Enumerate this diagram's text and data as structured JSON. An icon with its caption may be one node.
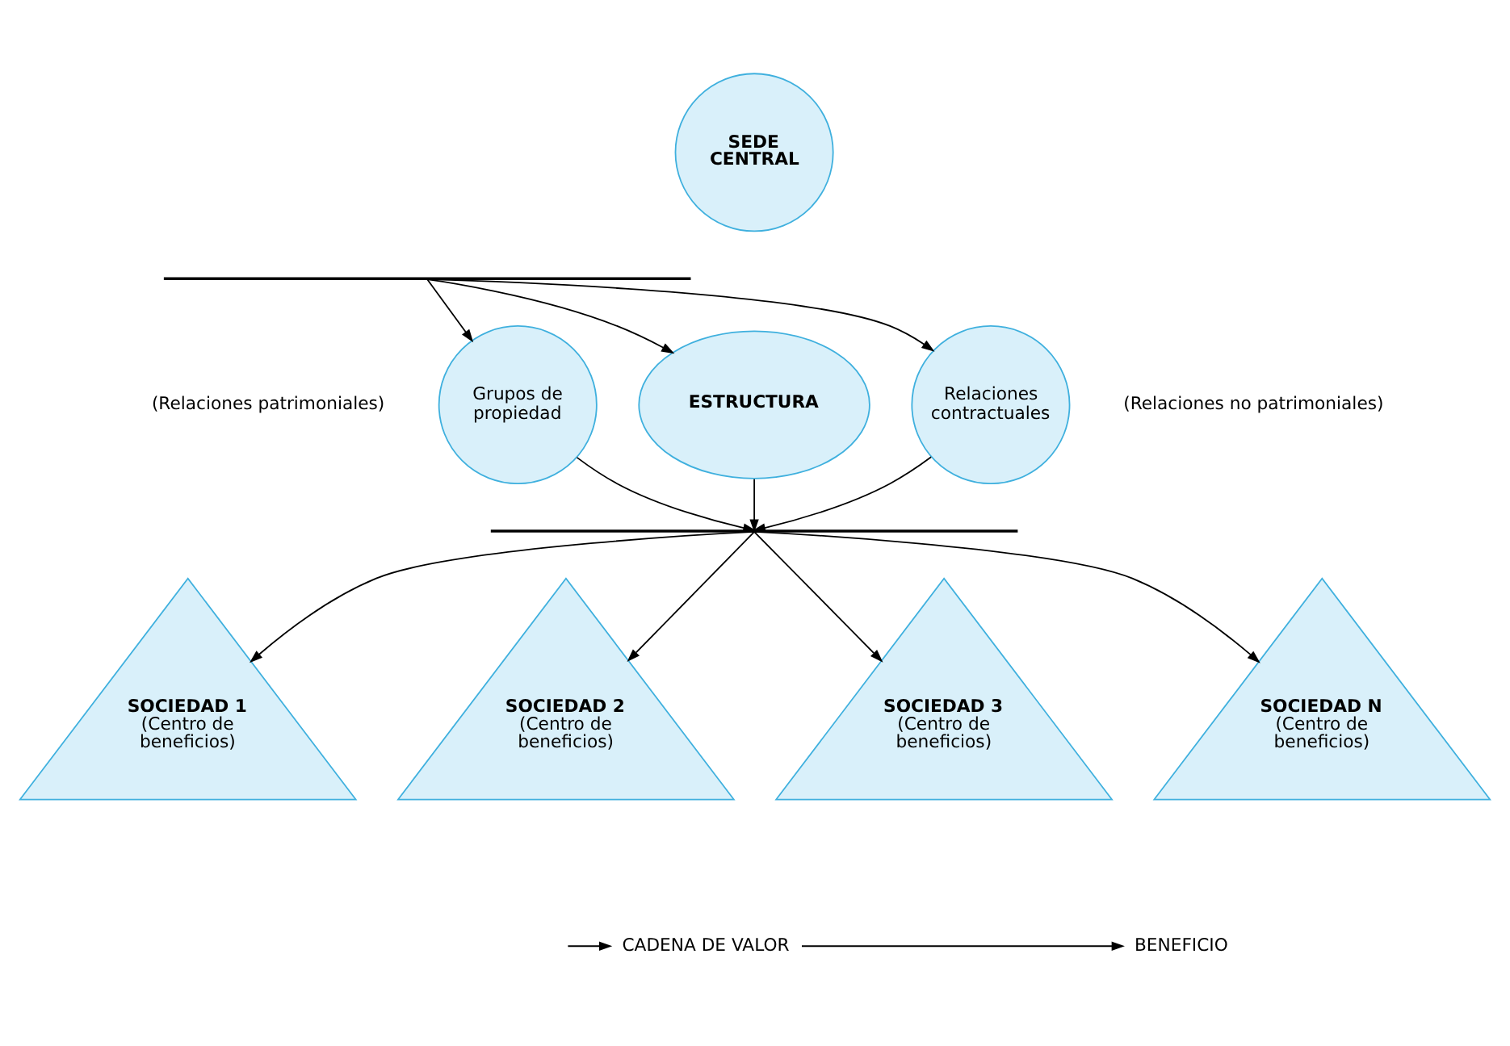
{
  "diagram": {
    "nodes": [
      {
        "text": [
          "SEDE CENTRAL"
        ]
      },
      {
        "text": [],
        "shape": "bar"
      },
      {
        "text": [
          "Grupos de propiedad"
        ]
      },
      {
        "text": [
          "ESTRUCTURA"
        ]
      },
      {
        "text": [
          "Relaciones contractuales"
        ]
      },
      {
        "text": [],
        "shape": "bar"
      },
      {
        "text": [
          "SOCIEDAD 1",
          "(Centro de beneficios)"
        ]
      },
      {
        "text": [
          "SOCIEDAD 2",
          "(Centro de beneficios)"
        ]
      },
      {
        "text": [
          "SOCIEDAD 3",
          "(Centro de beneficios)"
        ]
      },
      {
        "text": [
          "SOCIEDAD N",
          "(Centro de beneficios)"
        ]
      },
      {
        "text": [
          "CADENA DE VALOR"
        ]
      },
      {
        "text": [
          "BENEFICIO"
        ]
      }
    ],
    "edges": [
      {
        "from": 1,
        "to": 2,
        "arrow": "to"
      },
      {
        "from": 1,
        "to": 3,
        "arrow": "to"
      },
      {
        "from": 1,
        "to": 4,
        "arrow": "to"
      },
      {
        "from": 2,
        "to": 5,
        "arrow": "to"
      },
      {
        "from": 3,
        "to": 5,
        "arrow": "to"
      },
      {
        "from": 4,
        "to": 5,
        "arrow": "to"
      },
      {
        "from": 5,
        "to": 6,
        "arrow": "to"
      },
      {
        "from": 5,
        "to": 7,
        "arrow": "to"
      },
      {
        "from": 5,
        "to": 8,
        "arrow": "to"
      },
      {
        "from": 5,
        "to": 9,
        "arrow": "to"
      },
      {
        "from": null,
        "to": 10,
        "arrow": "to"
      },
      {
        "from": 10,
        "to": 11,
        "arrow": "to"
      }
    ],
    "labels": [
      "(Relaciones patrimoniales)",
      "(Relaciones no patrimoniales)"
    ]
  }
}
